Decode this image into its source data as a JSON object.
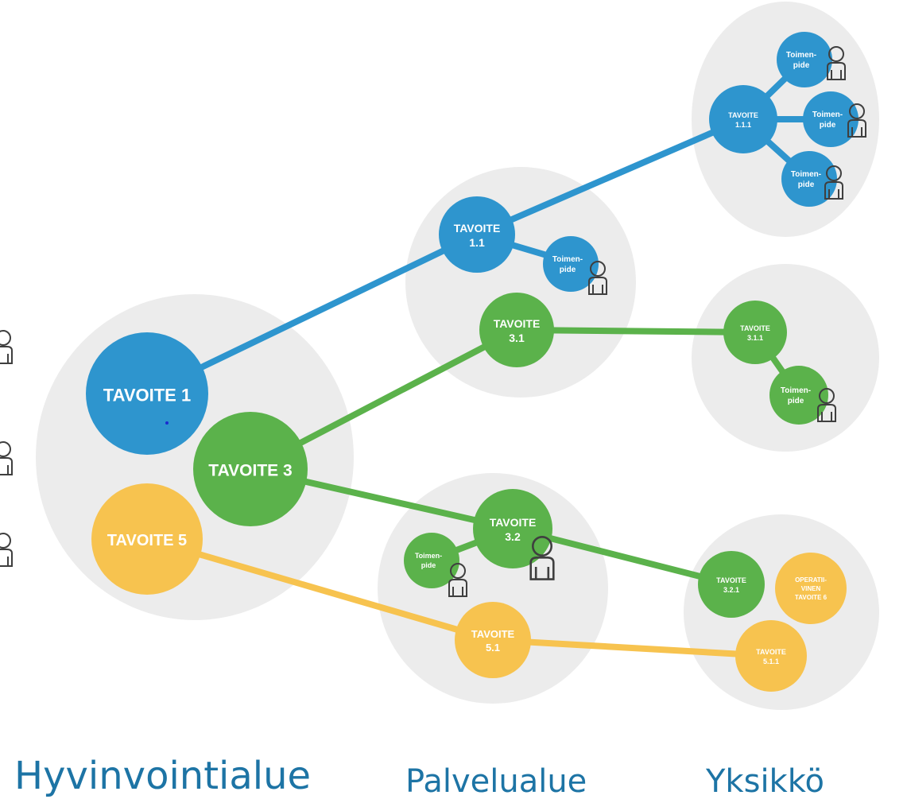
{
  "colors": {
    "blue": "#2e95ce",
    "green": "#5bb24b",
    "yellow": "#f7c34f",
    "cluster": "#ececec",
    "person": "#3f3f3f",
    "label": "#1d74a5"
  },
  "nodes": {
    "t1": {
      "lines": [
        "TAVOITE 1"
      ]
    },
    "t3": {
      "lines": [
        "TAVOITE 3"
      ]
    },
    "t5": {
      "lines": [
        "TAVOITE 5"
      ]
    },
    "t11": {
      "lines": [
        "TAVOITE",
        "1.1"
      ]
    },
    "t11_action": {
      "lines": [
        "Toimen-",
        "pide"
      ]
    },
    "t31": {
      "lines": [
        "TAVOITE",
        "3.1"
      ]
    },
    "t32": {
      "lines": [
        "TAVOITE",
        "3.2"
      ]
    },
    "t32_action": {
      "lines": [
        "Toimen-",
        "pide"
      ]
    },
    "t51": {
      "lines": [
        "TAVOITE",
        "5.1"
      ]
    },
    "t111": {
      "lines": [
        "TAVOITE",
        "1.1.1"
      ]
    },
    "t111_action_a": {
      "lines": [
        "Toimen-",
        "pide"
      ]
    },
    "t111_action_b": {
      "lines": [
        "Toimen-",
        "pide"
      ]
    },
    "t111_action_c": {
      "lines": [
        "Toimen-",
        "pide"
      ]
    },
    "t311": {
      "lines": [
        "TAVOITE",
        "3.1.1"
      ]
    },
    "t311_action": {
      "lines": [
        "Toimen-",
        "pide"
      ]
    },
    "t321": {
      "lines": [
        "TAVOITE",
        "3.2.1"
      ]
    },
    "op6": {
      "lines": [
        "OPERATII-",
        "VINEN",
        "TAVOITE 6"
      ]
    },
    "t511": {
      "lines": [
        "TAVOITE",
        "5.1.1"
      ]
    }
  },
  "levels": {
    "region": "Hyvinvointialue",
    "service_area": "Palvelualue",
    "unit": "Yksikkö"
  }
}
